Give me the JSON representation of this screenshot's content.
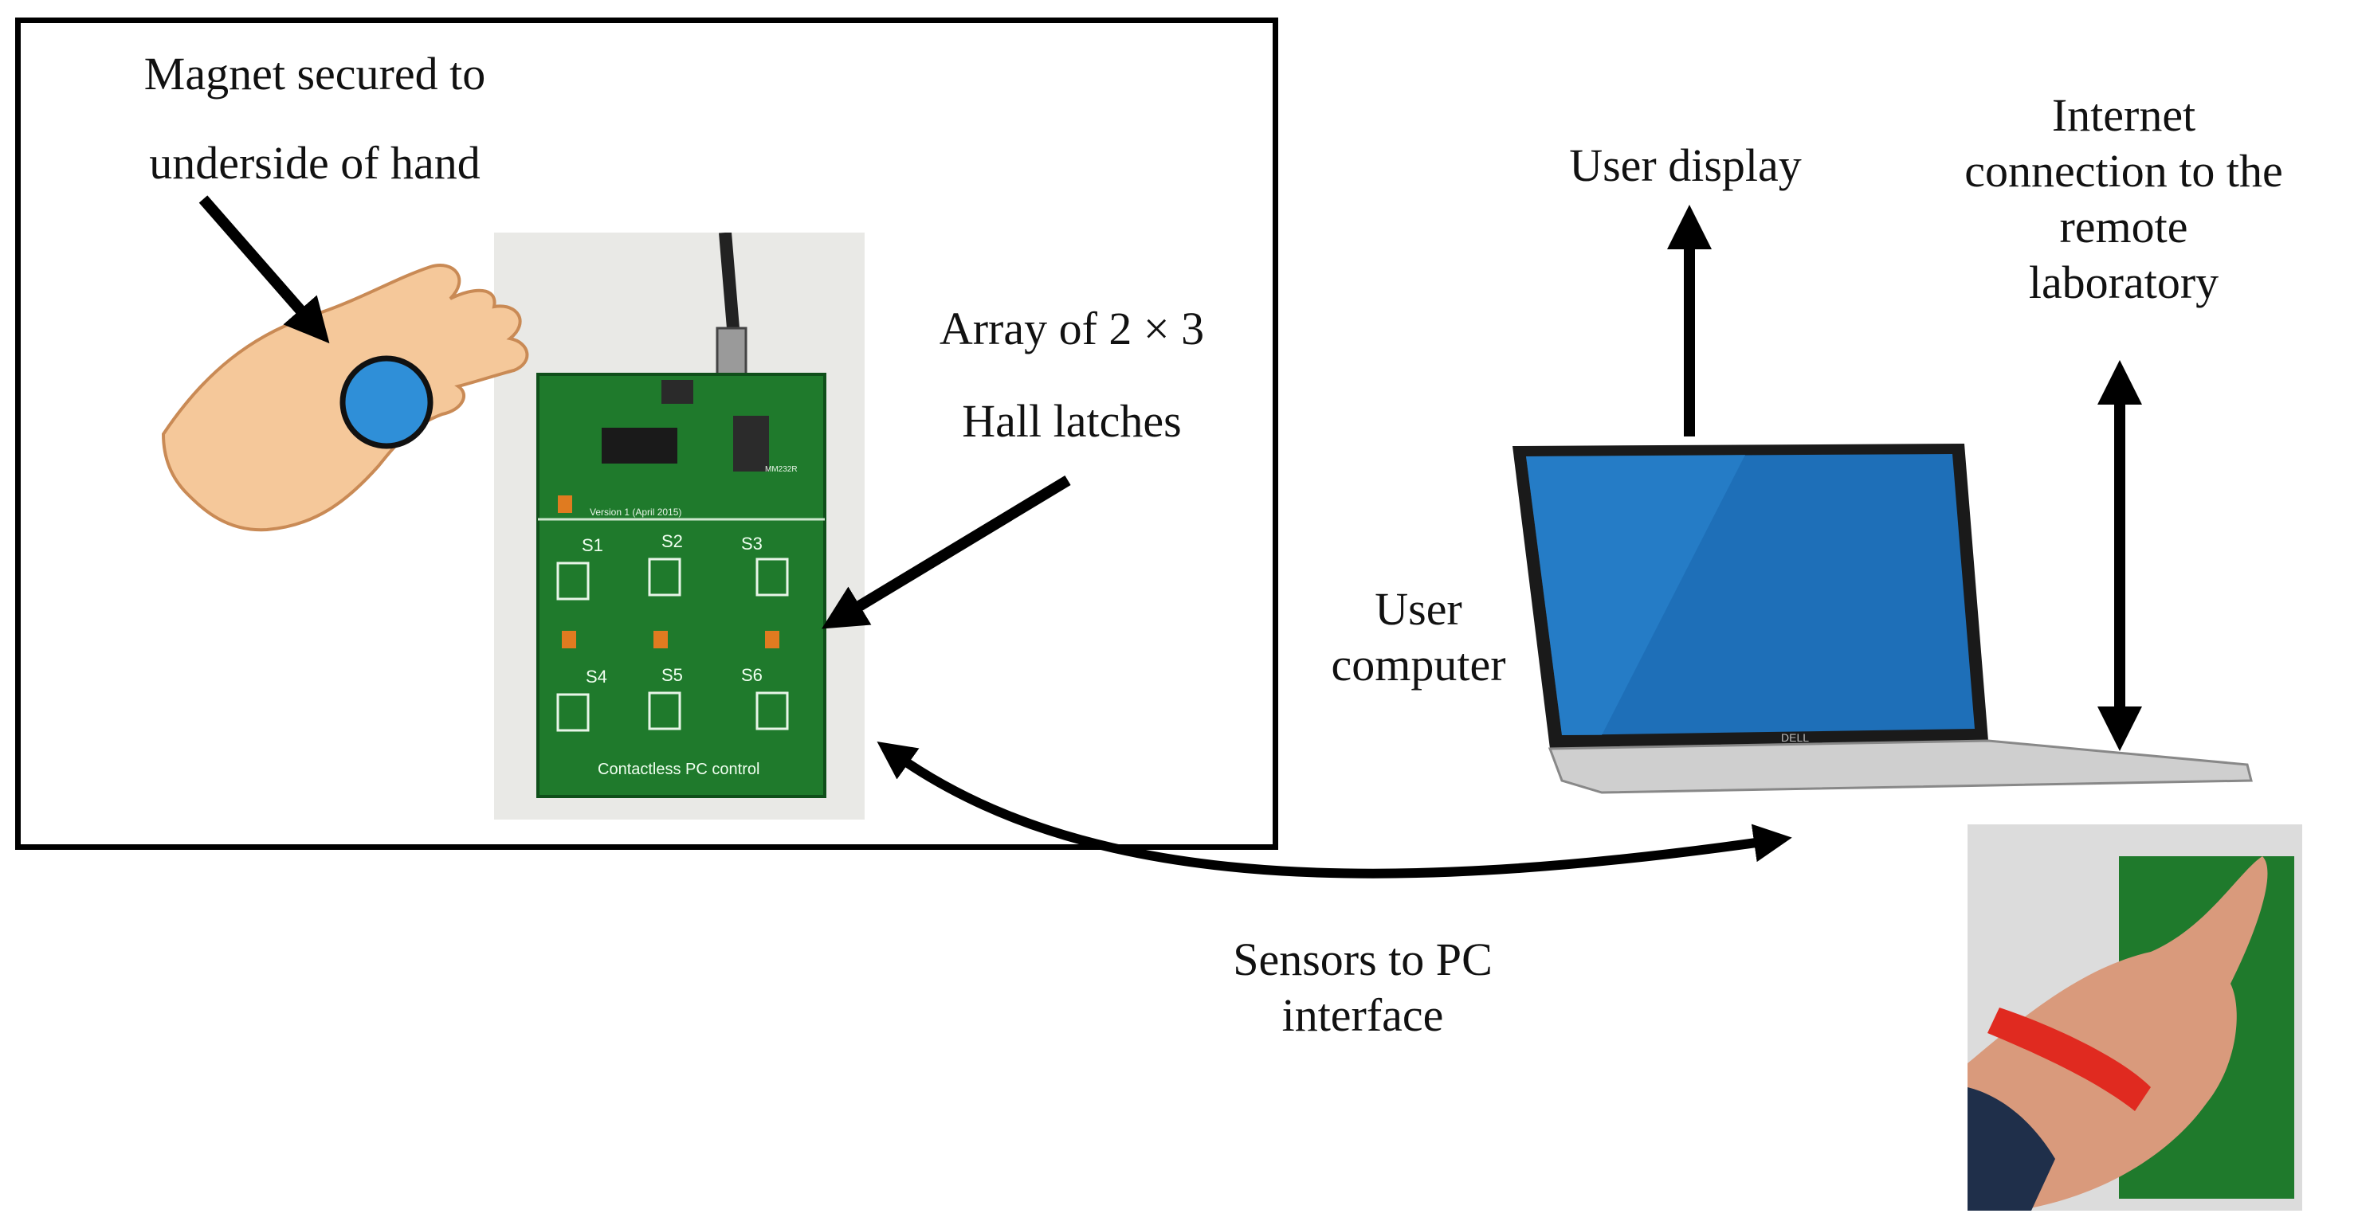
{
  "labels": {
    "magnet_line1": "Magnet secured to",
    "magnet_line2": "underside of hand",
    "array_line1": "Array of 2 × 3",
    "array_line2": "Hall latches",
    "user_display": "User display",
    "internet_line1": "Internet",
    "internet_line2": "connection to the",
    "internet_line3": "remote",
    "internet_line4": "laboratory",
    "user_computer_line1": "User",
    "user_computer_line2": "computer",
    "sensors_line1": "Sensors to PC",
    "sensors_line2": "interface"
  },
  "board": {
    "header_text": "Version 1 (April 2015)",
    "chip_text": "MM232R",
    "sensor_labels": [
      "S1",
      "S2",
      "S3",
      "S4",
      "S5",
      "S6"
    ],
    "footer_text": "Contactless PC control"
  },
  "laptop": {
    "brand": "DELL"
  },
  "colors": {
    "pcb_green": "#1f7a2c",
    "magnet_blue": "#2f8fd8",
    "screen_blue": "#1e6fb8",
    "wristband_red": "#e02a20",
    "skin": "#f5c89a"
  }
}
